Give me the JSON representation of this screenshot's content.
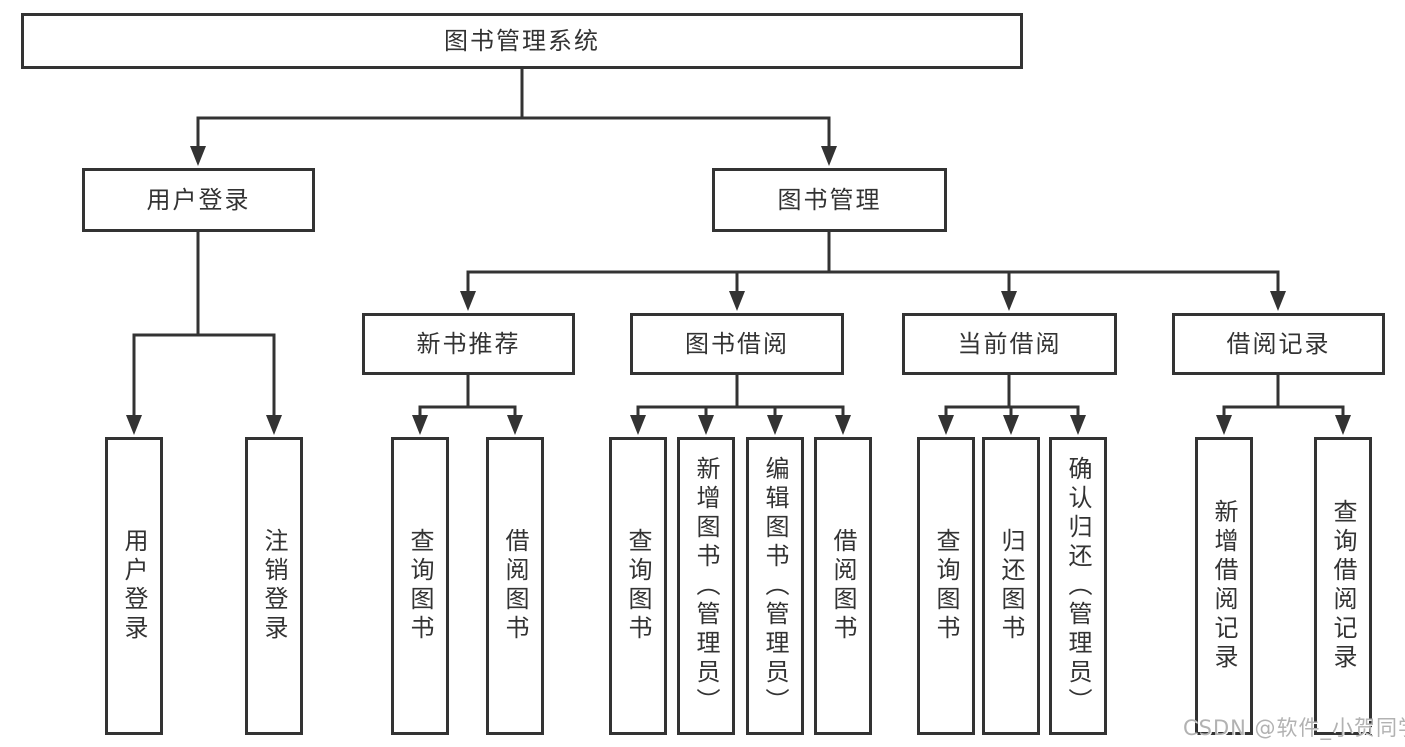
{
  "colors": {
    "line": "#333333",
    "text": "#333333",
    "box_background": "#ffffff",
    "watermark": "#b2b2b2"
  },
  "tree": {
    "root": {
      "label": "图书管理系统"
    },
    "branches": [
      {
        "label": "用户登录",
        "children": [
          {
            "label": "用户登录"
          },
          {
            "label": "注销登录"
          }
        ]
      },
      {
        "label": "图书管理",
        "groups": [
          {
            "label": "新书推荐",
            "children": [
              {
                "label": "查询图书"
              },
              {
                "label": "借阅图书"
              }
            ]
          },
          {
            "label": "图书借阅",
            "children": [
              {
                "label": "查询图书"
              },
              {
                "label": "新增图书（管理员）"
              },
              {
                "label": "编辑图书（管理员）"
              },
              {
                "label": "借阅图书"
              }
            ]
          },
          {
            "label": "当前借阅",
            "children": [
              {
                "label": "查询图书"
              },
              {
                "label": "归还图书"
              },
              {
                "label": "确认归还（管理员）"
              }
            ]
          },
          {
            "label": "借阅记录",
            "children": [
              {
                "label": "新增借阅记录"
              },
              {
                "label": "查询借阅记录"
              }
            ]
          }
        ]
      }
    ]
  },
  "watermark": {
    "text": "CSDN @软件_小贺同学"
  }
}
